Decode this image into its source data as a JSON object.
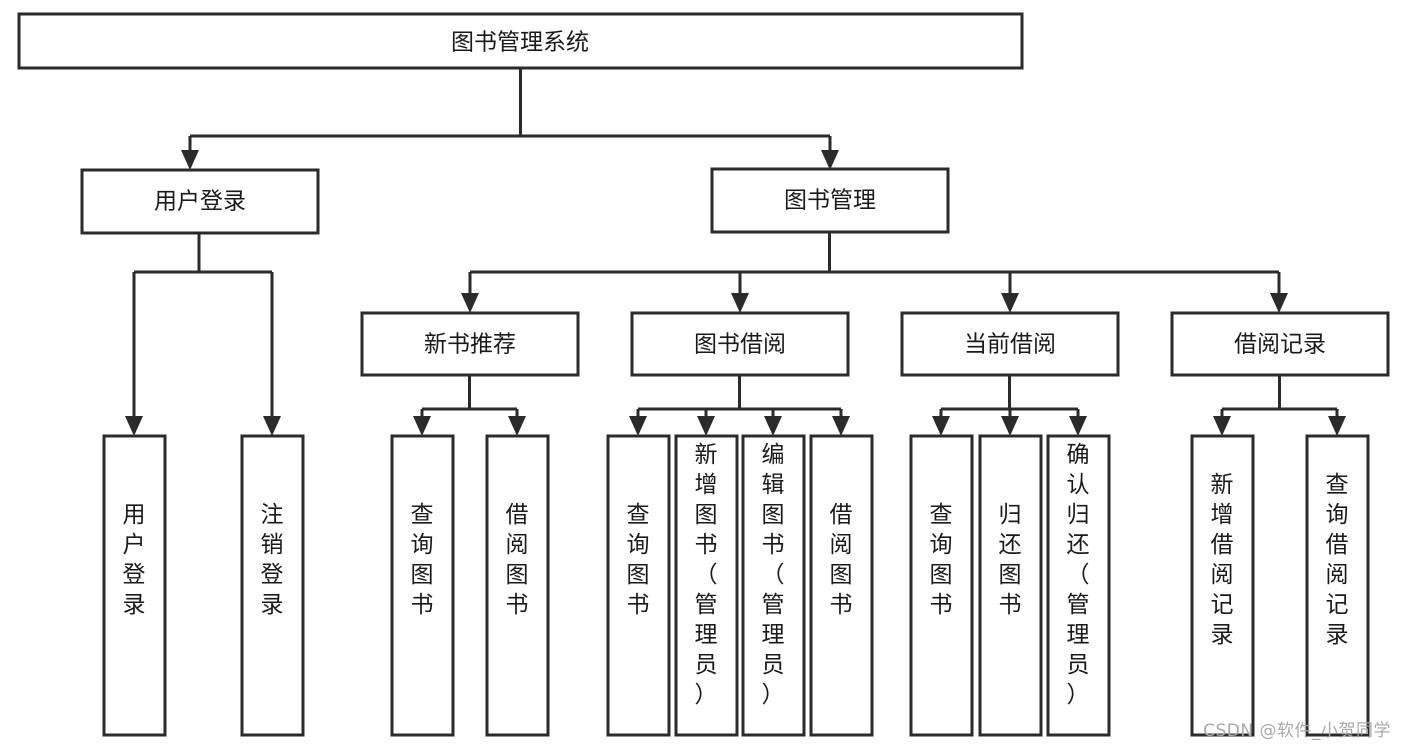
{
  "diagram": {
    "type": "tree-hierarchy-chart",
    "title": "图书管理系统",
    "orientation": "top-down",
    "background_color": "#ffffff",
    "line_color": "#2b2b2b",
    "box_fill": "#ffffff",
    "text_color": "#1a1a1a",
    "root": {
      "id": "root",
      "label": "图书管理系统",
      "text_orientation": "horizontal"
    },
    "level1": [
      {
        "id": "user-login",
        "label": "用户登录",
        "text_orientation": "horizontal"
      },
      {
        "id": "book-manage",
        "label": "图书管理",
        "text_orientation": "horizontal"
      }
    ],
    "level2": [
      {
        "id": "new-book-recommend",
        "label": "新书推荐",
        "parent": "book-manage",
        "text_orientation": "horizontal"
      },
      {
        "id": "book-borrow",
        "label": "图书借阅",
        "parent": "book-manage",
        "text_orientation": "horizontal"
      },
      {
        "id": "current-borrow",
        "label": "当前借阅",
        "parent": "book-manage",
        "text_orientation": "horizontal"
      },
      {
        "id": "borrow-record",
        "label": "借阅记录",
        "parent": "book-manage",
        "text_orientation": "horizontal"
      }
    ],
    "leaves": [
      {
        "id": "leaf-user-login",
        "label": "用户登录",
        "parent": "user-login",
        "text_orientation": "vertical"
      },
      {
        "id": "leaf-user-logout",
        "label": "注销登录",
        "parent": "user-login",
        "text_orientation": "vertical"
      },
      {
        "id": "leaf-query-book-1",
        "label": "查询图书",
        "parent": "new-book-recommend",
        "text_orientation": "vertical"
      },
      {
        "id": "leaf-borrow-book-1",
        "label": "借阅图书",
        "parent": "new-book-recommend",
        "text_orientation": "vertical"
      },
      {
        "id": "leaf-query-book-2",
        "label": "查询图书",
        "parent": "book-borrow",
        "text_orientation": "vertical"
      },
      {
        "id": "leaf-add-book",
        "label": "新增图书（管理员）",
        "parent": "book-borrow",
        "text_orientation": "vertical"
      },
      {
        "id": "leaf-edit-book",
        "label": "编辑图书（管理员）",
        "parent": "book-borrow",
        "text_orientation": "vertical"
      },
      {
        "id": "leaf-borrow-book-2",
        "label": "借阅图书",
        "parent": "book-borrow",
        "text_orientation": "vertical"
      },
      {
        "id": "leaf-query-book-3",
        "label": "查询图书",
        "parent": "current-borrow",
        "text_orientation": "vertical"
      },
      {
        "id": "leaf-return-book",
        "label": "归还图书",
        "parent": "current-borrow",
        "text_orientation": "vertical"
      },
      {
        "id": "leaf-confirm-return",
        "label": "确认归还（管理员）",
        "parent": "current-borrow",
        "text_orientation": "vertical"
      },
      {
        "id": "leaf-add-record",
        "label": "新增借阅记录",
        "parent": "borrow-record",
        "text_orientation": "vertical"
      },
      {
        "id": "leaf-query-record",
        "label": "查询借阅记录",
        "parent": "borrow-record",
        "text_orientation": "vertical"
      }
    ]
  },
  "watermark": {
    "text": "CSDN @软件_小贺同学"
  }
}
